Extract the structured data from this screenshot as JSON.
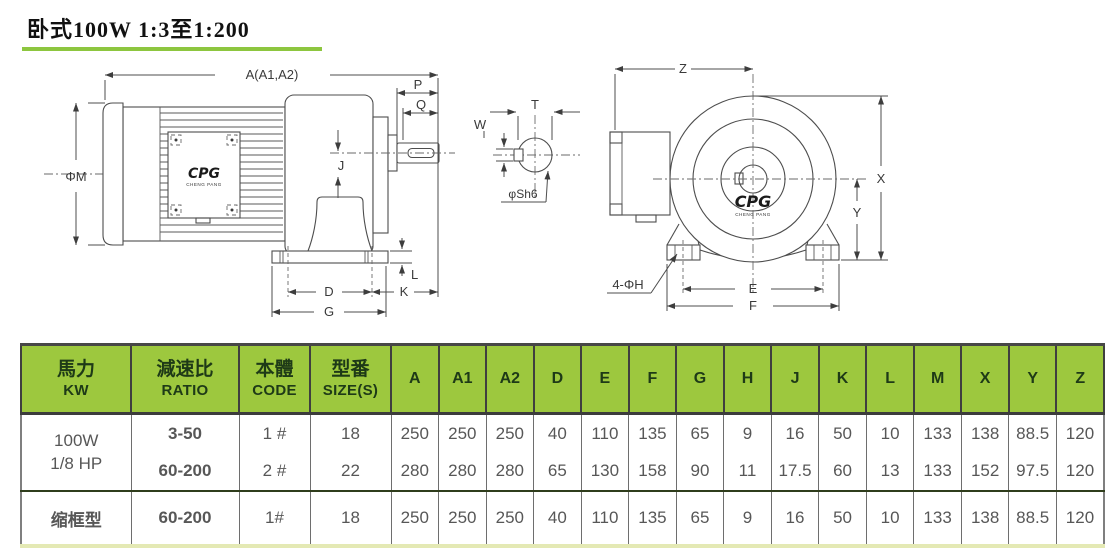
{
  "title": "卧式100W 1:3至1:200",
  "colors": {
    "accent_green": "#8dc63f",
    "header_green": "#9dc83e",
    "header_text": "#1e3a17",
    "drawing_line": "#4d4d4d"
  },
  "brand": {
    "name": "CPG",
    "subtitle": "CHENG PANG"
  },
  "diagrams": {
    "side_view": {
      "dims": {
        "a": "A(A1,A2)",
        "p": "P",
        "q": "Q",
        "m": "ΦM",
        "j": "J",
        "l": "L",
        "k": "K",
        "d": "D",
        "g": "G"
      }
    },
    "shaft_section": {
      "dims": {
        "w": "W",
        "t": "T",
        "sh": "φSh6"
      }
    },
    "front_view": {
      "dims": {
        "z": "Z",
        "x": "X",
        "y": "Y",
        "h": "4-ΦH",
        "e": "E",
        "f": "F"
      }
    }
  },
  "table": {
    "col_headers": [
      {
        "zh": "馬力",
        "en": "KW"
      },
      {
        "zh": "減速比",
        "en": "RATIO"
      },
      {
        "zh": "本體",
        "en": "CODE"
      },
      {
        "zh": "型番",
        "en": "SIZE(S)"
      }
    ],
    "letters": [
      "A",
      "A1",
      "A2",
      "D",
      "E",
      "F",
      "G",
      "H",
      "J",
      "K",
      "L",
      "M",
      "X",
      "Y",
      "Z"
    ],
    "group1": {
      "label_line1": "100W",
      "label_line2": "1/8 HP"
    },
    "rows": [
      {
        "ratio": "3-50",
        "code": "1 #",
        "size": "18",
        "dims": [
          "250",
          "250",
          "250",
          "40",
          "110",
          "135",
          "65",
          "9",
          "16",
          "50",
          "10",
          "133",
          "138",
          "88.5",
          "120"
        ]
      },
      {
        "ratio": "60-200",
        "code": "2 #",
        "size": "22",
        "dims": [
          "280",
          "280",
          "280",
          "65",
          "130",
          "158",
          "90",
          "11",
          "17.5",
          "60",
          "13",
          "133",
          "152",
          "97.5",
          "120"
        ]
      },
      {
        "label": "缩框型",
        "ratio": "60-200",
        "code": "1#",
        "size": "18",
        "dims": [
          "250",
          "250",
          "250",
          "40",
          "110",
          "135",
          "65",
          "9",
          "16",
          "50",
          "10",
          "133",
          "138",
          "88.5",
          "120"
        ]
      }
    ]
  }
}
